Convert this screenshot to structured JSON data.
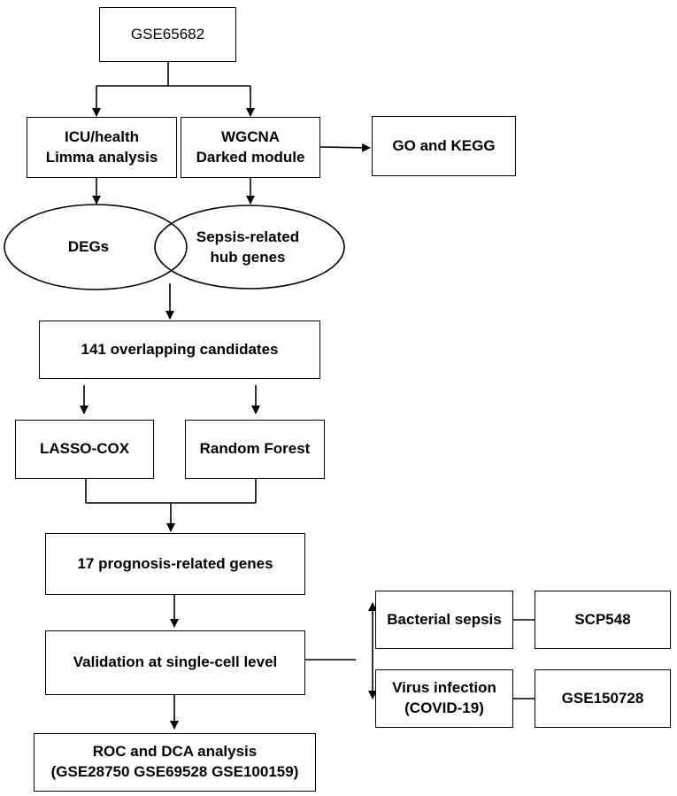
{
  "nodes": {
    "gse65682": "GSE65682",
    "icu": {
      "line1": "ICU/health",
      "line2": "Limma analysis"
    },
    "wgcna": {
      "line1": "WGCNA",
      "line2": "Darked module"
    },
    "go_kegg": "GO and KEGG",
    "degs": "DEGs",
    "sepsis": {
      "line1": "Sepsis-related",
      "line2": "hub genes"
    },
    "overlap": "141 overlapping candidates",
    "lasso": "LASSO-COX",
    "rf": "Random Forest",
    "prognosis": "17 prognosis-related genes",
    "validation": "Validation at single-cell level",
    "bacterial": "Bacterial sepsis",
    "scp548": "SCP548",
    "virus": {
      "line1": "Virus infection",
      "line2": "(COVID-19)"
    },
    "gse150728": "GSE150728",
    "roc": {
      "line1": "ROC and DCA analysis",
      "line2": "(GSE28750 GSE69528 GSE100159)"
    }
  }
}
